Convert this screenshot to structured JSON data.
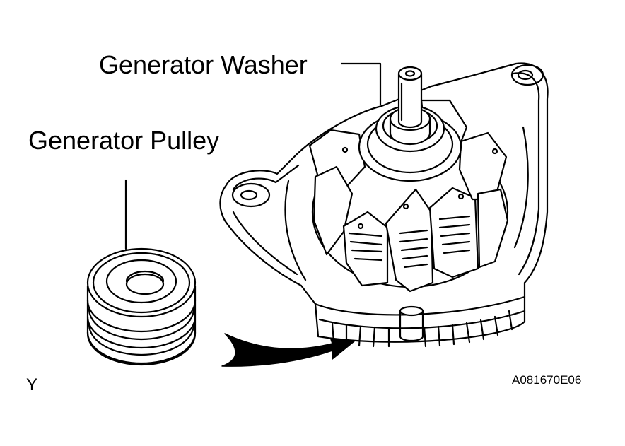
{
  "labels": {
    "washer": "Generator Washer",
    "pulley": "Generator Pulley",
    "corner_mark": "Y",
    "figure_code": "A081670E06"
  },
  "colors": {
    "ink": "#000000",
    "paper": "#ffffff"
  }
}
